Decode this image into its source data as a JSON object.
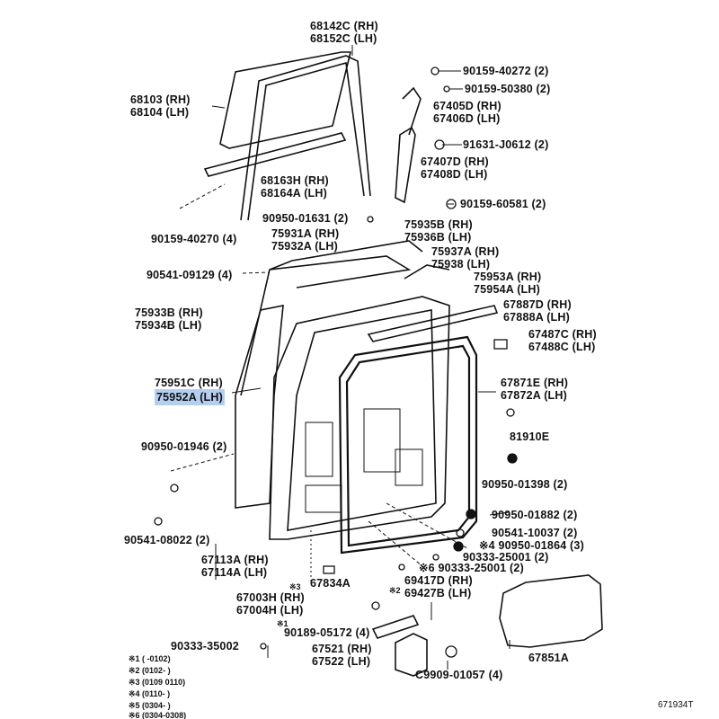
{
  "parts": [
    {
      "id": "p1",
      "lines": [
        "68142C (RH)",
        "68152C (LH)"
      ]
    },
    {
      "id": "p2",
      "lines": [
        "68103 (RH)",
        "68104 (LH)"
      ]
    },
    {
      "id": "p3",
      "lines": [
        "90159-40272 (2)"
      ]
    },
    {
      "id": "p4",
      "lines": [
        "90159-50380 (2)"
      ]
    },
    {
      "id": "p5",
      "lines": [
        "67405D (RH)",
        "67406D (LH)"
      ]
    },
    {
      "id": "p6",
      "lines": [
        "91631-J0612 (2)"
      ]
    },
    {
      "id": "p7",
      "lines": [
        "67407D (RH)",
        "67408D (LH)"
      ]
    },
    {
      "id": "p8",
      "lines": [
        "68163H (RH)",
        "68164A (LH)"
      ]
    },
    {
      "id": "p9",
      "lines": [
        "90159-60581 (2)"
      ]
    },
    {
      "id": "p10",
      "lines": [
        "90950-01631 (2)"
      ]
    },
    {
      "id": "p11",
      "lines": [
        "75935B (RH)",
        "75936B (LH)"
      ]
    },
    {
      "id": "p12",
      "lines": [
        "75931A (RH)",
        "75932A (LH)"
      ]
    },
    {
      "id": "p13",
      "lines": [
        "90159-40270 (4)"
      ]
    },
    {
      "id": "p14",
      "lines": [
        "75937A (RH)",
        "75938  (LH)"
      ]
    },
    {
      "id": "p15",
      "lines": [
        "90541-09129 (4)"
      ]
    },
    {
      "id": "p16",
      "lines": [
        "75953A (RH)",
        "75954A (LH)"
      ]
    },
    {
      "id": "p17",
      "lines": [
        "67887D (RH)",
        "67888A (LH)"
      ]
    },
    {
      "id": "p18",
      "lines": [
        "75933B (RH)",
        "75934B (LH)"
      ]
    },
    {
      "id": "p19",
      "lines": [
        "67487C (RH)",
        "67488C (LH)"
      ]
    },
    {
      "id": "p20",
      "lines": [
        "75951C (RH)",
        "75952A (LH)"
      ],
      "highlighted_line": 1
    },
    {
      "id": "p21",
      "lines": [
        "67871E (RH)",
        "67872A (LH)"
      ]
    },
    {
      "id": "p22",
      "lines": [
        "81910E"
      ]
    },
    {
      "id": "p23",
      "lines": [
        "90950-01946 (2)"
      ]
    },
    {
      "id": "p24",
      "lines": [
        "90950-01398 (2)"
      ]
    },
    {
      "id": "p25",
      "lines": [
        "90950-01882 (2)"
      ]
    },
    {
      "id": "p26",
      "lines": [
        "90541-08022 (2)"
      ]
    },
    {
      "id": "p27",
      "lines": [
        "90541-10037 (2)"
      ]
    },
    {
      "id": "p28",
      "lines": [
        "※4 90950-01864 (3)"
      ]
    },
    {
      "id": "p29",
      "lines": [
        "90333-25001 (2)"
      ]
    },
    {
      "id": "p30",
      "lines": [
        "※6 90333-25001 (2)"
      ]
    },
    {
      "id": "p31",
      "lines": [
        "67113A (RH)",
        "67114A (LH)"
      ]
    },
    {
      "id": "p32",
      "lines": [
        "69417D (RH)",
        "69427B (LH)"
      ]
    },
    {
      "id": "p33",
      "lines": [
        "67834A"
      ]
    },
    {
      "id": "p34",
      "lines": [
        "67003H (RH)",
        "67004H (LH)"
      ]
    },
    {
      "id": "p35",
      "lines": [
        "90189-05172 (4)"
      ]
    },
    {
      "id": "p36",
      "lines": [
        "67521 (RH)",
        "67522 (LH)"
      ]
    },
    {
      "id": "p37",
      "lines": [
        "67851A"
      ]
    },
    {
      "id": "p38",
      "lines": [
        "90333-35002"
      ]
    },
    {
      "id": "p39",
      "lines": [
        "C9909-01057 (4)"
      ]
    }
  ],
  "marks": {
    "m1": "※1",
    "m2": "※2",
    "m3": "※3"
  },
  "footnotes": [
    "※1 (      -0102)",
    "※2 (0102-      )",
    "※3 (0109  0110)",
    "※4 (0110-      )",
    "※5 (0304-      )",
    "※6 (0304-0308)"
  ],
  "diagram_code": "671934T",
  "highlight_color": "#b3cff0"
}
